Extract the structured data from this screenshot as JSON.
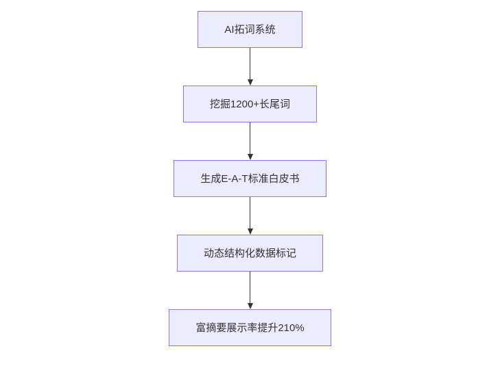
{
  "flowchart": {
    "nodes": [
      {
        "label": "AI拓词系统"
      },
      {
        "label": "挖掘1200+长尾词"
      },
      {
        "label": "生成E-A-T标准白皮书"
      },
      {
        "label": "动态结构化数据标记"
      },
      {
        "label": "富摘要展示率提升210%"
      }
    ],
    "colors": {
      "node_fill": "#ECECFF",
      "node_border": "#9370DB",
      "arrow": "#333333",
      "text": "#333333",
      "background": "#FFFFFF"
    }
  }
}
